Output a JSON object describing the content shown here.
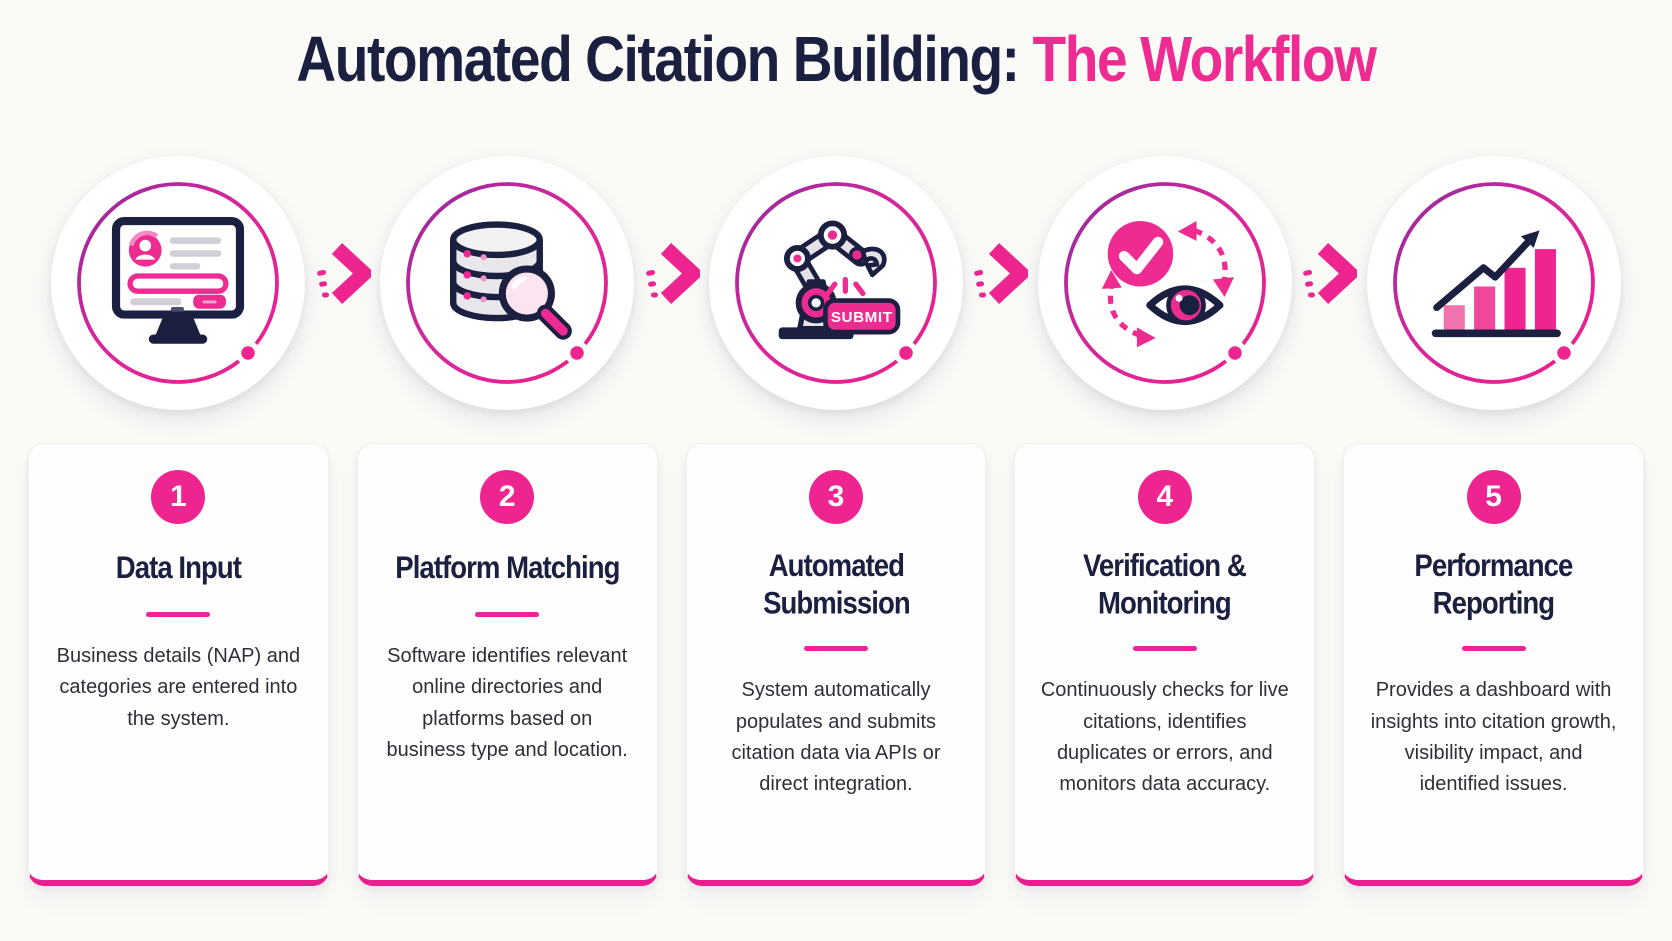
{
  "header": {
    "title_main": "Automated Citation Building:",
    "title_accent": "The Workflow"
  },
  "colors": {
    "accent_pink": "#ee2590",
    "gradient_purple": "#8e2b9c",
    "navy": "#1b2040",
    "body_text": "#2e2f38",
    "background": "#fafaf7",
    "card_bottom_border": "#e81d90",
    "light_gray": "#cfcfd6"
  },
  "steps": [
    {
      "number": "1",
      "title": "Data Input",
      "description": "Business details (NAP) and categories are entered into the system.",
      "icon": "monitor-form-icon"
    },
    {
      "number": "2",
      "title": "Platform Matching",
      "description": "Software identifies relevant online directories and platforms based on business type and location.",
      "icon": "database-search-icon"
    },
    {
      "number": "3",
      "title": "Automated Submission",
      "description": "System automatically populates and submits citation data via APIs or direct integration.",
      "icon": "robot-arm-icon",
      "button_label": "SUBMIT"
    },
    {
      "number": "4",
      "title": "Verification & Monitoring",
      "description": "Continuously checks for live citations, identifies duplicates or errors, and monitors data accuracy.",
      "icon": "check-eye-icon"
    },
    {
      "number": "5",
      "title": "Performance Reporting",
      "description": "Provides a dashboard with insights into citation growth, visibility impact, and identified issues.",
      "icon": "bar-chart-growth-icon"
    }
  ]
}
